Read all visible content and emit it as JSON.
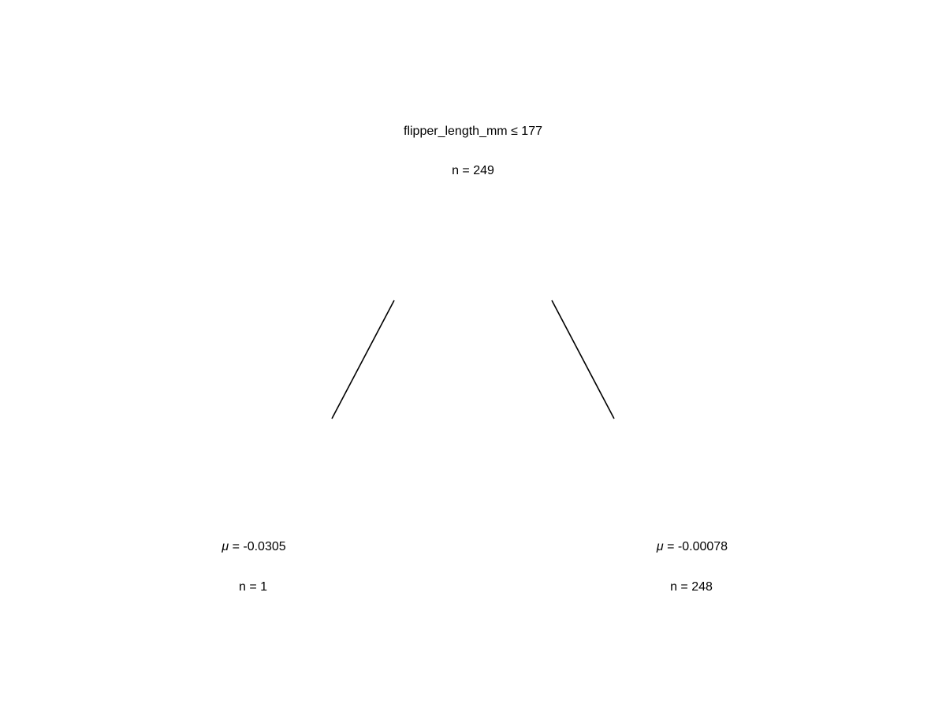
{
  "tree": {
    "root": {
      "split_label": "flipper_length_mm ≤ 177",
      "n_label": "n = 249"
    },
    "left_leaf": {
      "mu_symbol": "μ",
      "mean_label": " = -0.0305",
      "n_label": "n = 1"
    },
    "right_leaf": {
      "mu_symbol": "μ",
      "mean_label": " = -0.00078",
      "n_label": "n = 248"
    }
  }
}
